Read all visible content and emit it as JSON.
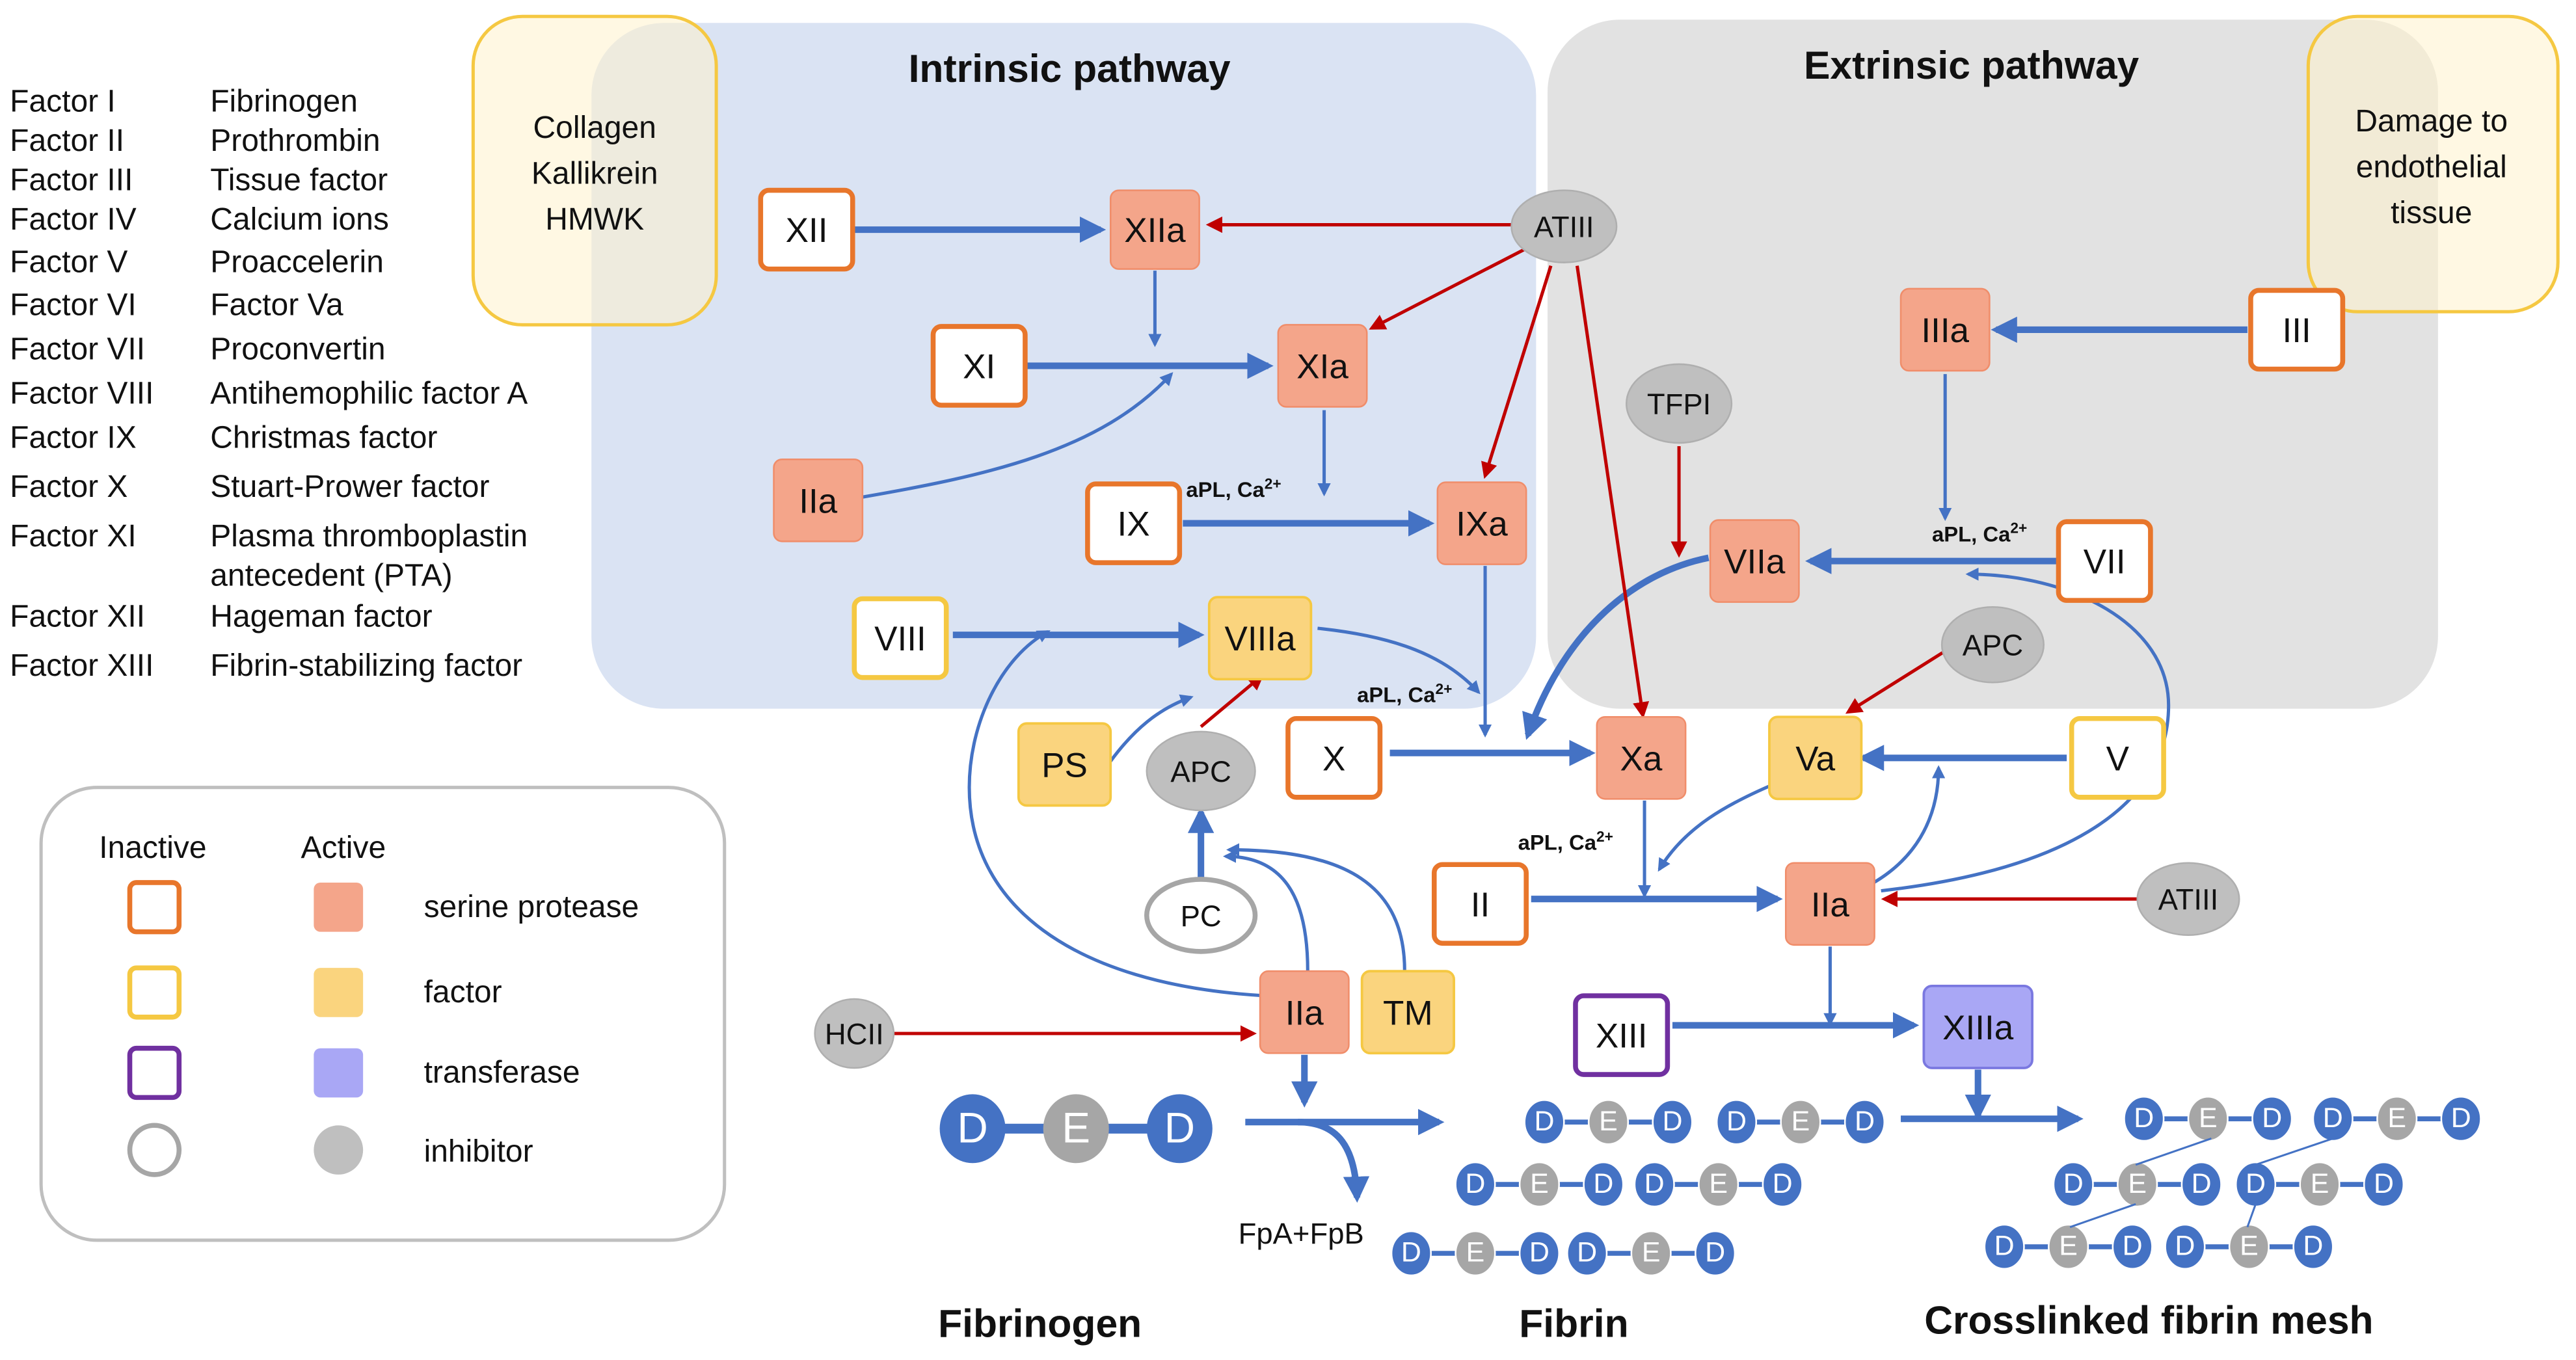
{
  "factor_table": [
    {
      "code": "Factor I",
      "name": "Fibrinogen"
    },
    {
      "code": "Factor II",
      "name": "Prothrombin"
    },
    {
      "code": "Factor III",
      "name": "Tissue factor"
    },
    {
      "code": "Factor IV",
      "name": "Calcium ions"
    },
    {
      "code": "Factor V",
      "name": "Proaccelerin"
    },
    {
      "code": "Factor VI",
      "name": "Factor Va"
    },
    {
      "code": "Factor VII",
      "name": "Proconvertin"
    },
    {
      "code": "Factor VIII",
      "name": "Antihemophilic factor A"
    },
    {
      "code": "Factor IX",
      "name": "Christmas factor"
    },
    {
      "code": "Factor X",
      "name": "Stuart-Prower factor"
    },
    {
      "code": "Factor XI",
      "name": "Plasma thromboplastin",
      "name2": "antecedent (PTA)"
    },
    {
      "code": "Factor XII",
      "name": "Hageman factor"
    },
    {
      "code": "Factor XIII",
      "name": "Fibrin-stabilizing factor"
    }
  ],
  "pathways": {
    "intrinsic": "Intrinsic pathway",
    "extrinsic": "Extrinsic pathway"
  },
  "triggers": {
    "intrinsic": [
      "Collagen",
      "Kallikrein",
      "HMWK"
    ],
    "extrinsic": [
      "Damage to",
      "endothelial",
      "tissue"
    ]
  },
  "legend": {
    "inactive": "Inactive",
    "active": "Active",
    "rows": [
      "serine protease",
      "factor",
      "transferase",
      "inhibitor"
    ]
  },
  "colors": {
    "serine_inactive_border": "#E8762B",
    "serine_active_fill": "#F4A58A",
    "factor_inactive_border": "#F5C842",
    "factor_active_fill": "#FAD47E",
    "transferase_border": "#7030A0",
    "transferase_fill": "#A9A7F5",
    "inhibitor_fill": "#BFBFBF",
    "activation_arrow": "#4472C4",
    "inhibition_arrow": "#C00000",
    "intrinsic_bg": "#DAE3F3",
    "extrinsic_bg": "#E2E2E2",
    "trigger_bg": "#FFF2CC",
    "fibrin_D": "#4472C4",
    "fibrin_E": "#A6A6A6"
  },
  "nodes": {
    "XII": "XII",
    "XIIa": "XIIa",
    "XI": "XI",
    "XIa": "XIa",
    "IIa_int": "IIa",
    "IX": "IX",
    "IXa": "IXa",
    "VIII": "VIII",
    "VIIIa": "VIIIa",
    "PS": "PS",
    "APC_left": "APC",
    "X": "X",
    "Xa": "Xa",
    "Va": "Va",
    "V": "V",
    "II": "II",
    "IIa_mid": "IIa",
    "PC": "PC",
    "IIa_bottom": "IIa",
    "TM": "TM",
    "HCII": "HCII",
    "XIII": "XIII",
    "XIIIa": "XIIIa",
    "ATIII_top": "ATIII",
    "ATIII_right": "ATIII",
    "TFPI": "TFPI",
    "IIIa": "IIIa",
    "III": "III",
    "VIIa": "VIIa",
    "VII": "VII",
    "APC_right": "APC"
  },
  "cofactor_label": "aPL, Ca",
  "cofactor_sup": "2+",
  "byproduct": "FpA+FpB",
  "fibrin_letters": {
    "D": "D",
    "E": "E"
  },
  "stage_labels": {
    "fibrinogen": "Fibrinogen",
    "fibrin": "Fibrin",
    "mesh": "Crosslinked fibrin mesh"
  }
}
